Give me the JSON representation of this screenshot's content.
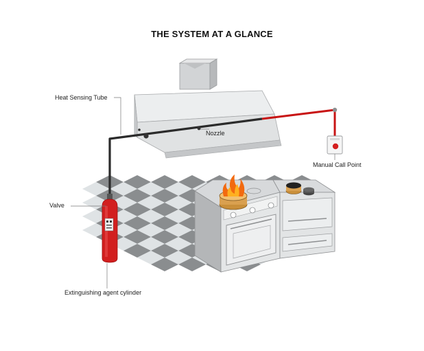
{
  "title": "THE SYSTEM AT A GLANCE",
  "labels": {
    "heat_sensing_tube": "Heat Sensing Tube",
    "nozzle": "Nozzle",
    "manual_call_point": "Manual Call Point",
    "valve": "Valve",
    "cylinder": "Extinguishing agent cylinder"
  },
  "colors": {
    "tube_dark": "#2b2b2b",
    "tube_red": "#c81414",
    "cylinder_red": "#d21f1f",
    "floor_dark": "#8a8d8f",
    "floor_light": "#dfe3e5",
    "flame": "#f26a10"
  }
}
